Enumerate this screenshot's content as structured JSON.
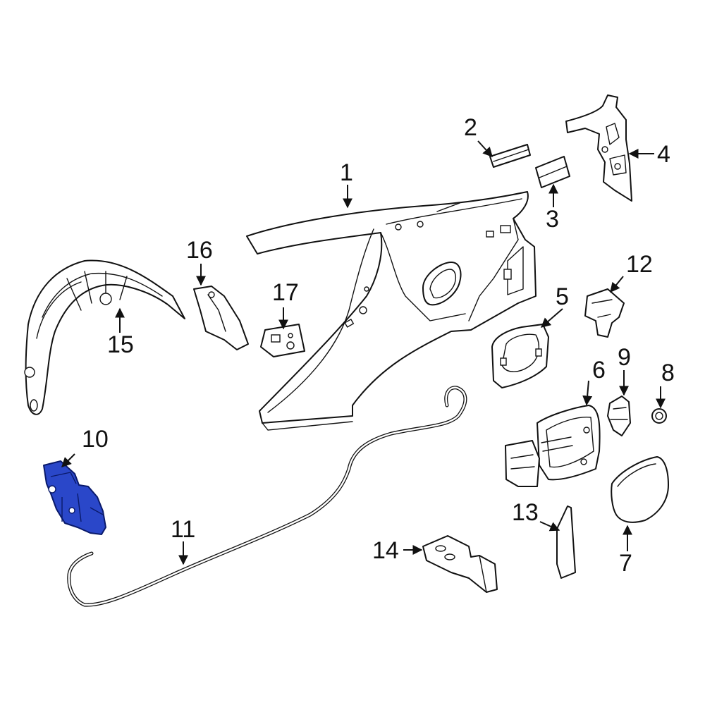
{
  "diagram": {
    "highlight_color": "#2a47c9",
    "outline_color": "#111111",
    "background_color": "#ffffff",
    "callouts": {
      "c1": "1",
      "c2": "2",
      "c3": "3",
      "c4": "4",
      "c5": "5",
      "c6": "6",
      "c7": "7",
      "c8": "8",
      "c9": "9",
      "c10": "10",
      "c11": "11",
      "c12": "12",
      "c13": "13",
      "c14": "14",
      "c15": "15",
      "c16": "16",
      "c17": "17"
    },
    "highlighted_part": "10"
  }
}
